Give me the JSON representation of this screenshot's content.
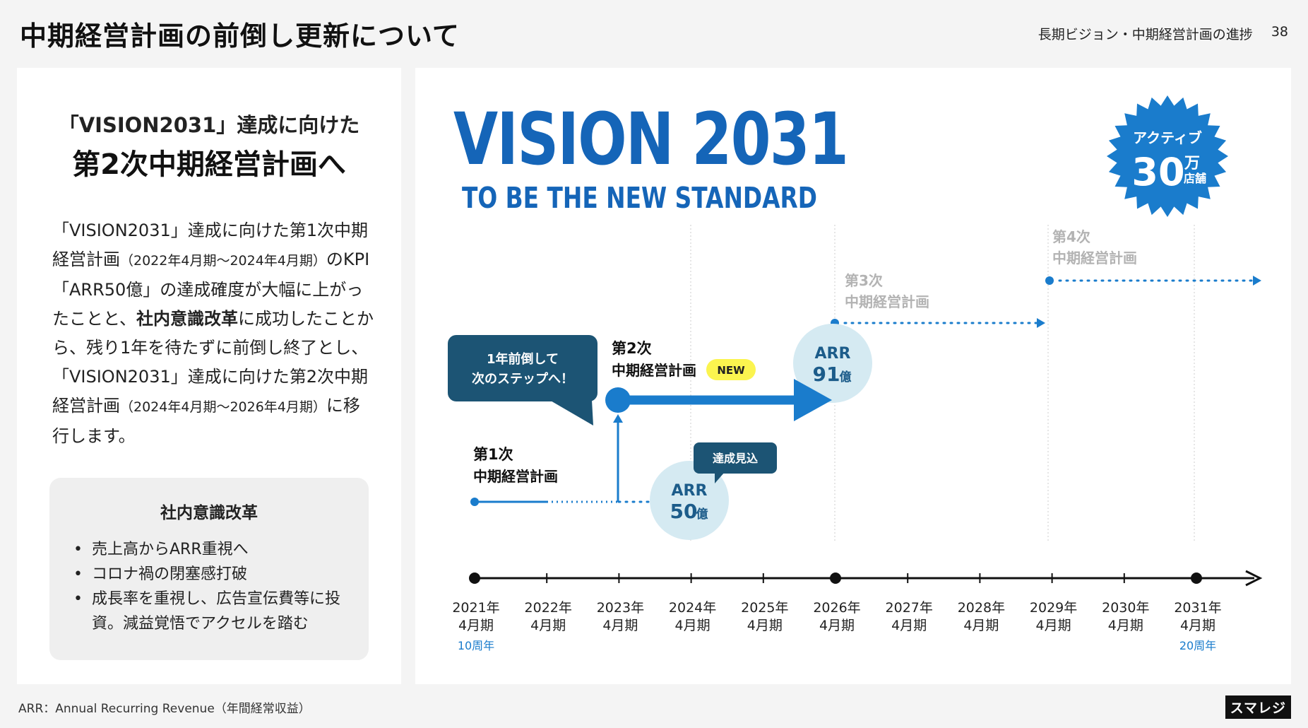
{
  "header": {
    "title": "中期経営計画の前倒し更新について",
    "section": "長期ビジョン・中期経営計画の進捗",
    "page_number": "38"
  },
  "left": {
    "heading1": "「VISION2031」達成に向けた",
    "heading2": "第2次中期経営計画へ",
    "body": {
      "p1": "「VISION2031」達成に向けた第1次中期経営計画",
      "p2": "（2022年4月期〜2024年4月期）",
      "p3": "のKPI「ARR50億」の達成確度が大幅に上がったことと、",
      "p4": "社内意識改革",
      "p5": "に成功したことから、残り1年を待たずに前倒し終了とし、「VISION2031」達成に向けた第2次中期経営計画",
      "p6": "（2024年4月期〜2026年4月期）",
      "p7": "に移行します。"
    },
    "box": {
      "title": "社内意識改革",
      "items": [
        "売上高からARR重視へ",
        "コロナ禍の閉塞感打破",
        "成長率を重視し、広告宣伝費等に投資。減益覚悟でアクセルを踏む"
      ]
    }
  },
  "vision": {
    "title": "VISION 2031",
    "subtitle": "TO BE THE NEW STANDARD"
  },
  "badge": {
    "line1": "アクティブ",
    "number": "30",
    "unit1": "万",
    "unit2": "店舗"
  },
  "plans": {
    "plan1": {
      "line1": "第1次",
      "line2": "中期経営計画"
    },
    "plan2": {
      "line1": "第2次",
      "line2": "中期経営計画",
      "tag": "NEW"
    },
    "plan3": {
      "line1": "第3次",
      "line2": "中期経営計画"
    },
    "plan4": {
      "line1": "第4次",
      "line2": "中期経営計画"
    }
  },
  "callout": {
    "line1": "1年前倒して",
    "line2": "次のステップへ！"
  },
  "achieve_tag": "達成見込",
  "arr50": {
    "label": "ARR",
    "value": "50",
    "unit": "億"
  },
  "arr91": {
    "label": "ARR",
    "value": "91",
    "unit": "億"
  },
  "timeline": {
    "years": [
      "2021年",
      "2022年",
      "2023年",
      "2024年",
      "2025年",
      "2026年",
      "2027年",
      "2028年",
      "2029年",
      "2030年",
      "2031年"
    ],
    "periods": [
      "4月期",
      "4月期",
      "4月期",
      "4月期",
      "4月期",
      "4月期",
      "4月期",
      "4月期",
      "4月期",
      "4月期",
      "4月期"
    ],
    "start_note": "10周年",
    "end_note": "20周年"
  },
  "colors": {
    "primary": "#1a7ccc",
    "dark": "#1c5474",
    "gray_text": "#b3b3b3",
    "light_circle": "#d5eaf2",
    "tag_yellow": "#fbf44f"
  },
  "footer": {
    "note": "ARR：Annual Recurring Revenue（年間経常収益）",
    "logo": "スマレジ"
  }
}
